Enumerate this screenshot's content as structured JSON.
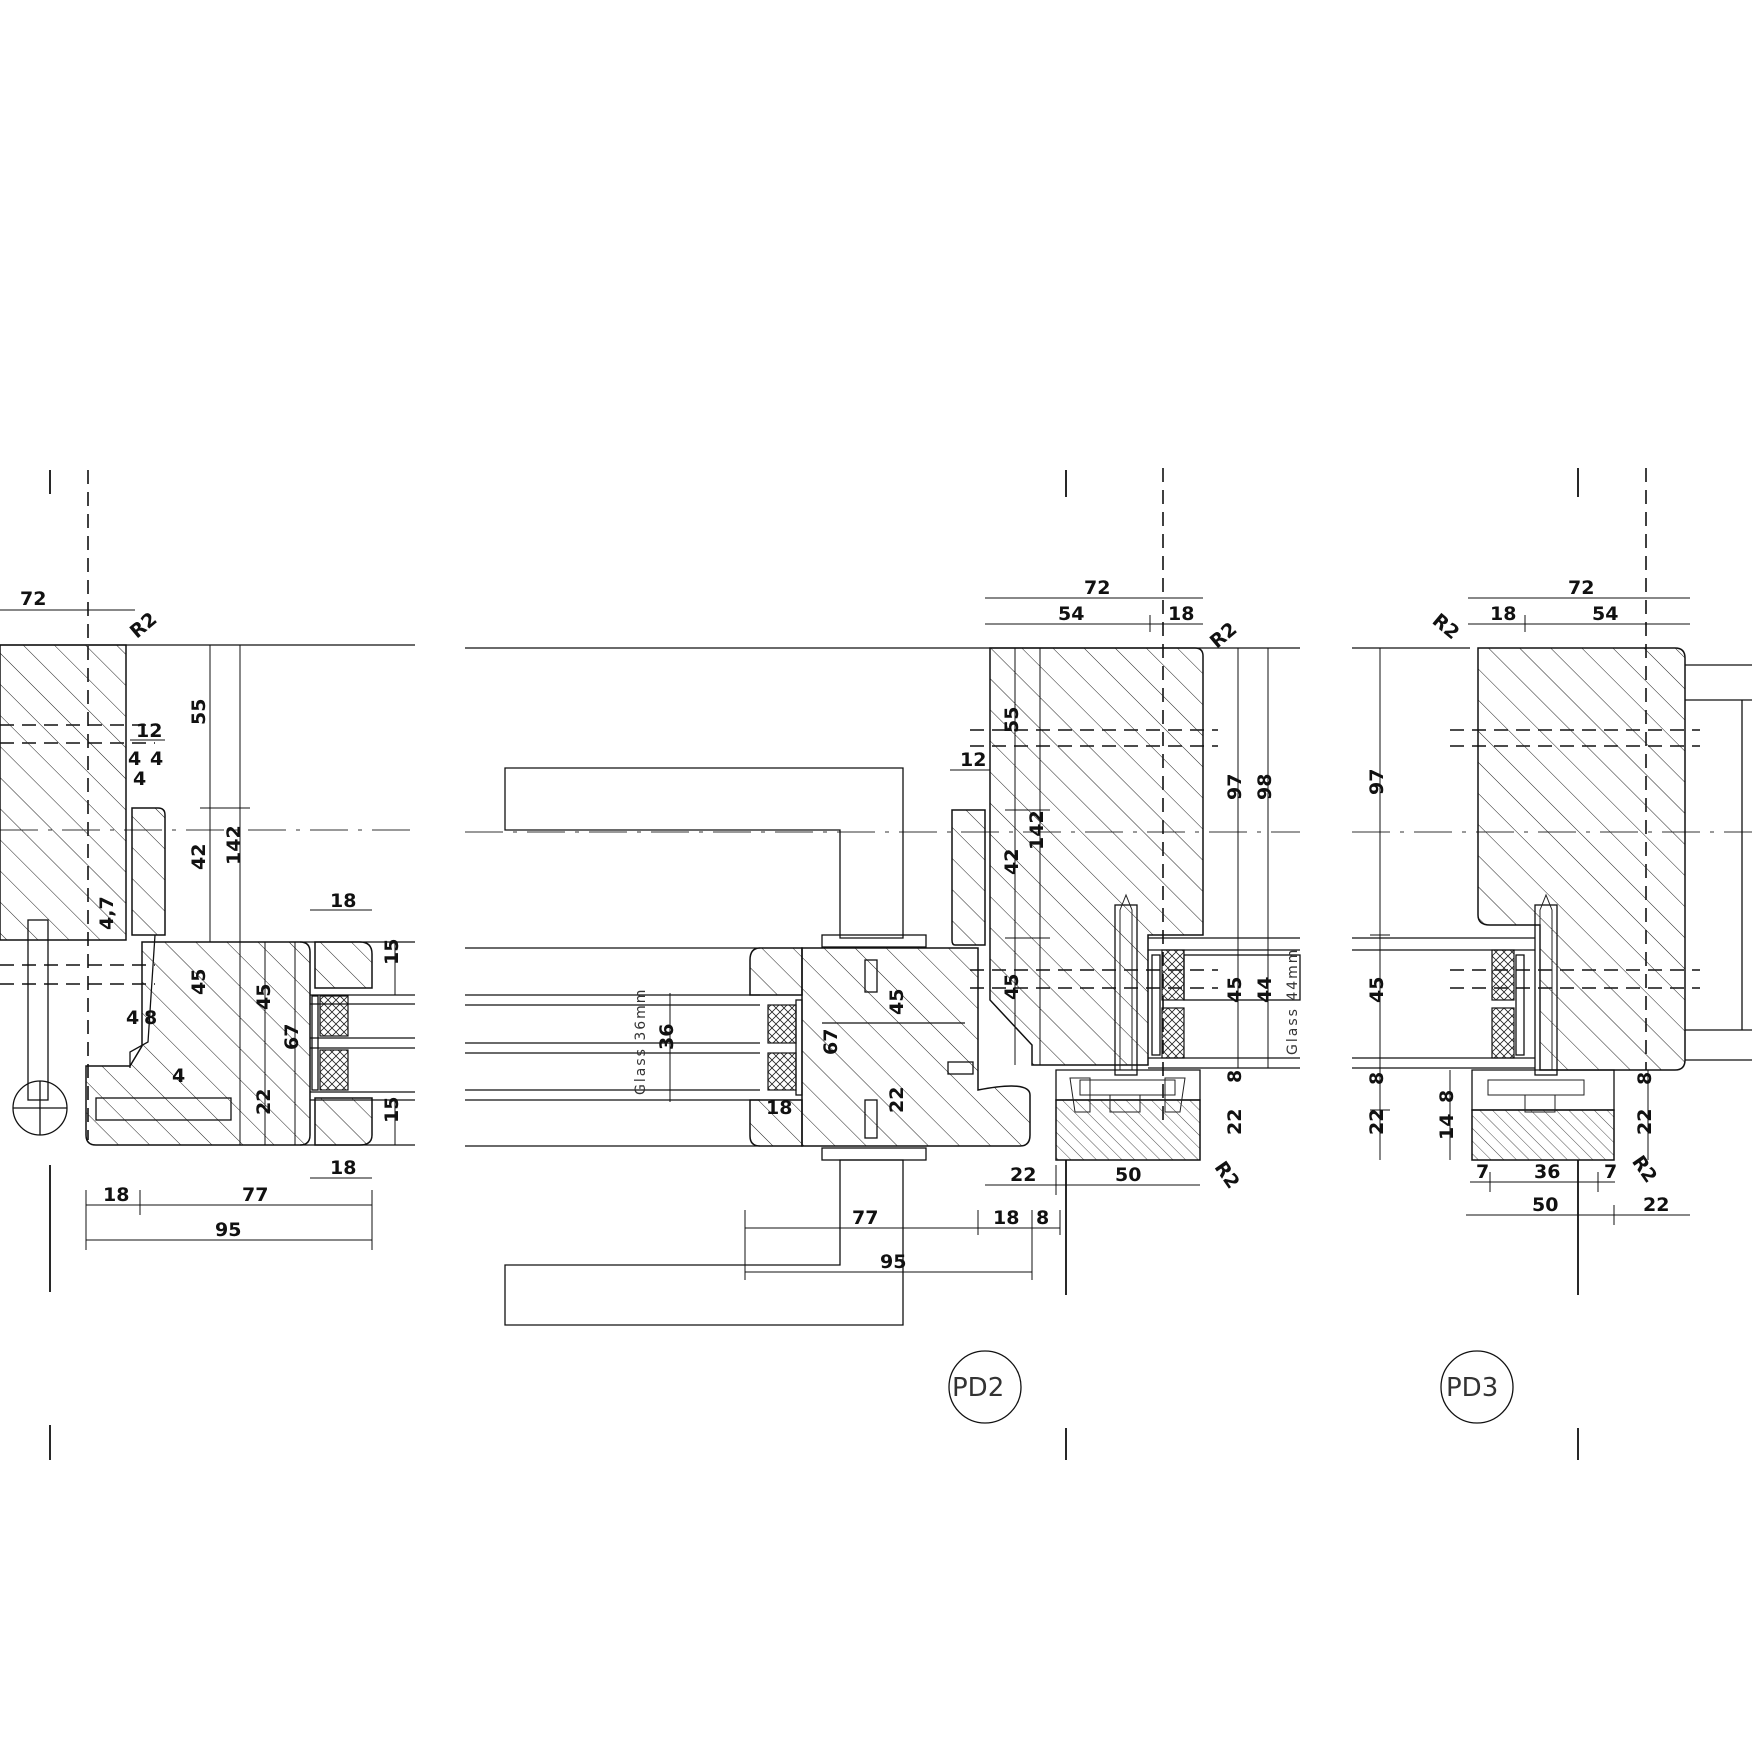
{
  "labels": {
    "left": {
      "d72": "72",
      "r2": "R2",
      "d55": "55",
      "d12": "12",
      "d4a": "4",
      "d4b": "4",
      "d4c": "4",
      "d42": "42",
      "d142": "142",
      "d4_7": "4,7",
      "d45a": "45",
      "d4_8a": "4",
      "d4_8b": "8",
      "d45b": "45",
      "d67": "67",
      "d22": "22",
      "d4low": "4",
      "d18top": "18",
      "d15top": "15",
      "d15bot": "15",
      "d18bot": "18",
      "d18": "18",
      "d77": "77",
      "d95": "95"
    },
    "middle": {
      "glass36": "Glass 36mm",
      "d36": "36",
      "d67": "67",
      "d45": "45",
      "d22": "22",
      "d18": "18",
      "d77": "77",
      "d95": "95",
      "d18b": "18",
      "d8": "8"
    },
    "pd2": {
      "d72": "72",
      "d54": "54",
      "d18": "18",
      "r2": "R2",
      "d12": "12",
      "d55": "55",
      "d42": "42",
      "d142": "142",
      "d45a": "45",
      "d97": "97",
      "d98": "98",
      "d45b": "45",
      "d44": "44",
      "glass44": "Glass 44mm",
      "d8": "8",
      "d22": "22",
      "d22b": "22",
      "d50": "50",
      "r2b": "R2",
      "tag": "PD2"
    },
    "pd3": {
      "d72": "72",
      "r2": "R2",
      "d18": "18",
      "d54": "54",
      "d97": "97",
      "d45": "45",
      "d8": "8",
      "d22": "22",
      "d14": "14",
      "d8b": "8",
      "d8c": "8",
      "d22b": "22",
      "d7a": "7",
      "d36": "36",
      "d7b": "7",
      "r2b": "R2",
      "d50": "50",
      "d22c": "22",
      "tag": "PD3"
    }
  }
}
